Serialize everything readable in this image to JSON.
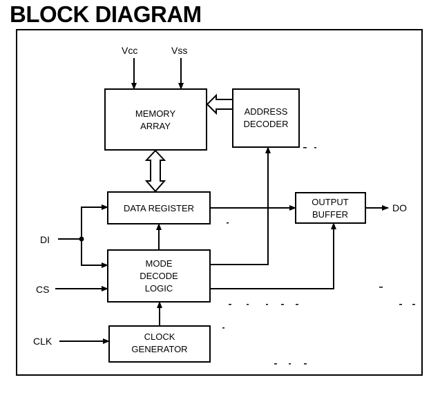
{
  "title": "BLOCK DIAGRAM",
  "blocks": {
    "memory_array": [
      "MEMORY",
      "ARRAY"
    ],
    "address_decoder": [
      "ADDRESS",
      "DECODER"
    ],
    "data_register": [
      "DATA REGISTER"
    ],
    "output_buffer": [
      "OUTPUT",
      "BUFFER"
    ],
    "mode_decode_logic": [
      "MODE",
      "DECODE",
      "LOGIC"
    ],
    "clock_generator": [
      "CLOCK",
      "GENERATOR"
    ]
  },
  "signals": {
    "vcc": "Vcc",
    "vss": "Vss",
    "di": "DI",
    "cs": "CS",
    "clk": "CLK",
    "do": "DO"
  }
}
